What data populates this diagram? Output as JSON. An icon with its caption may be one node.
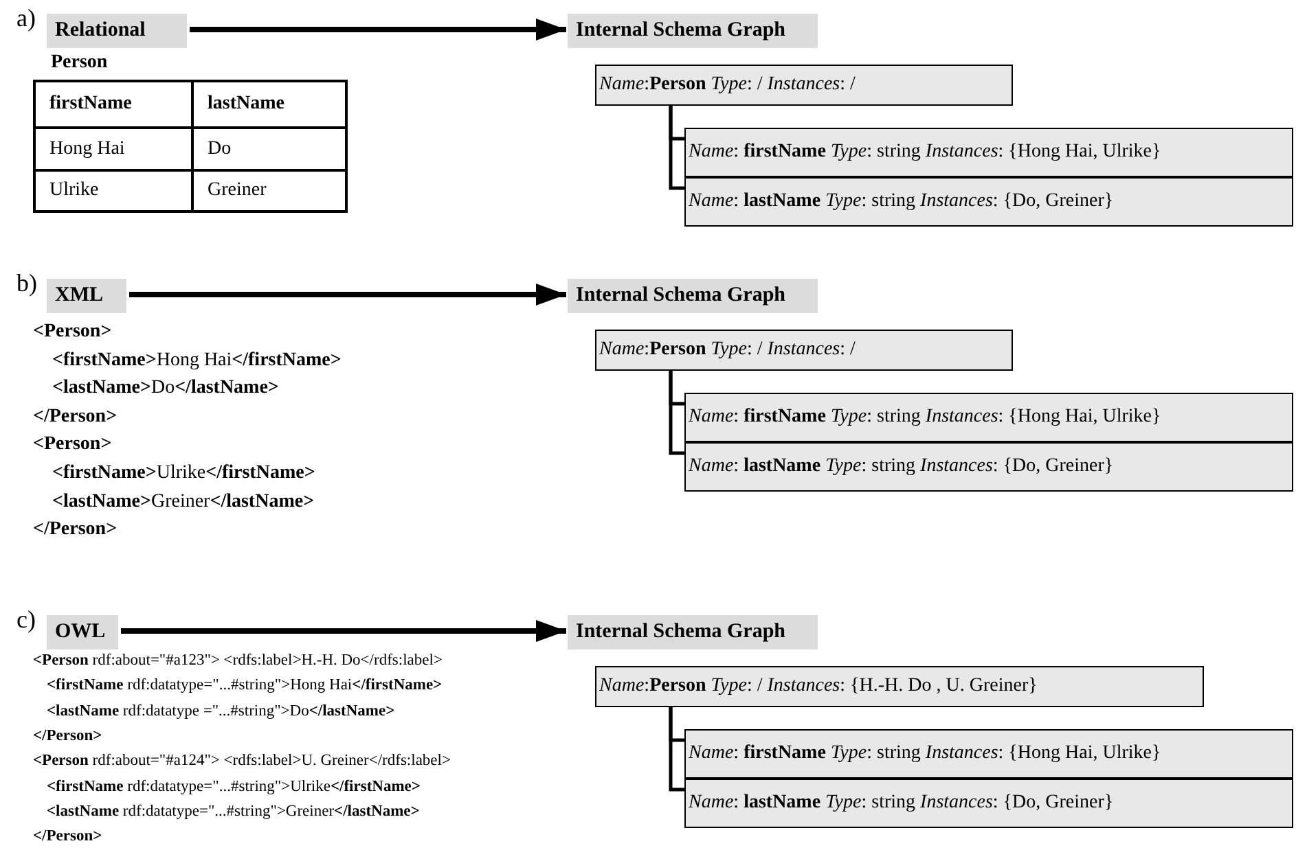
{
  "diagram": {
    "nodes": [
      {
        "text": [
          "Relational"
        ]
      },
      {
        "text": [
          "Internal Schema Graph"
        ]
      },
      {
        "text": [
          "*Name*:**Person** *Type*: / *Instances*: /"
        ]
      },
      {
        "text": [
          "*Name*: **firstName** *Type*: string *Instances*: {Hong Hai, Ulrike}"
        ]
      },
      {
        "text": [
          "*Name*: **lastName** *Type*: string *Instances*: {Do, Greiner}"
        ]
      },
      {
        "text": [
          "XML"
        ]
      },
      {
        "text": [
          "Internal Schema Graph"
        ]
      },
      {
        "text": [
          "*Name*:**Person** *Type*: / *Instances*: /"
        ]
      },
      {
        "text": [
          "*Name*: **firstName** *Type*: string *Instances*: {Hong Hai, Ulrike}"
        ]
      },
      {
        "text": [
          "*Name*: **lastName** *Type*: string *Instances*: {Do, Greiner}"
        ]
      },
      {
        "text": [
          "OWL"
        ]
      },
      {
        "text": [
          "Internal Schema Graph"
        ]
      },
      {
        "text": [
          "*Name*:**Person** *Type*: / *Instances*: {H.-H. Do , U. Greiner}"
        ]
      },
      {
        "text": [
          "*Name*: **firstName** *Type*: string *Instances*: {Hong Hai, Ulrike}"
        ]
      },
      {
        "text": [
          "*Name*: **lastName** *Type*: string *Instances*: {Do, Greiner}"
        ]
      }
    ],
    "edges": [
      {
        "from": 0,
        "to": 1,
        "arrow": "to"
      },
      {
        "from": 2,
        "to": 3,
        "arrow": "none"
      },
      {
        "from": 2,
        "to": 4,
        "arrow": "none"
      },
      {
        "from": 5,
        "to": 6,
        "arrow": "to"
      },
      {
        "from": 7,
        "to": 8,
        "arrow": "none"
      },
      {
        "from": 7,
        "to": 9,
        "arrow": "none"
      },
      {
        "from": 10,
        "to": 11,
        "arrow": "to"
      },
      {
        "from": 12,
        "to": 13,
        "arrow": "none"
      },
      {
        "from": 12,
        "to": 14,
        "arrow": "none"
      }
    ],
    "labels": [
      "a)",
      "Person",
      "firstName",
      "lastName",
      "Hong Hai",
      "Do",
      "Ulrike",
      "Greiner",
      "b)",
      "<Person>",
      "**<firstName>**Hong Hai**</firstName>**",
      "**<lastName>**Do**</lastName>**",
      "</Person>",
      "<Person>",
      "**<firstName>**Ulrike**</firstName>**",
      "**<lastName>**Greiner**</lastName>**",
      "</Person>",
      "c)",
      "**<Person** rdf:about=\"#a123\"> <rdfs:label>H.-H. Do</rdfs:label>",
      "**<firstName** rdf:datatype=\"...#string\">Hong Hai**</firstName>**",
      "**<lastName** rdf:datatype =\"...#string\">Do**</lastName>**",
      "</Person>",
      "**<Person** rdf:about=\"#a124\"> <rdfs:label>U. Greiner</rdfs:label>",
      "**<firstName** rdf:datatype=\"...#string\">Ulrike**</firstName>**",
      "**<lastName** rdf:datatype=\"...#string\">Greiner**</lastName>**",
      "</Person>"
    ]
  }
}
